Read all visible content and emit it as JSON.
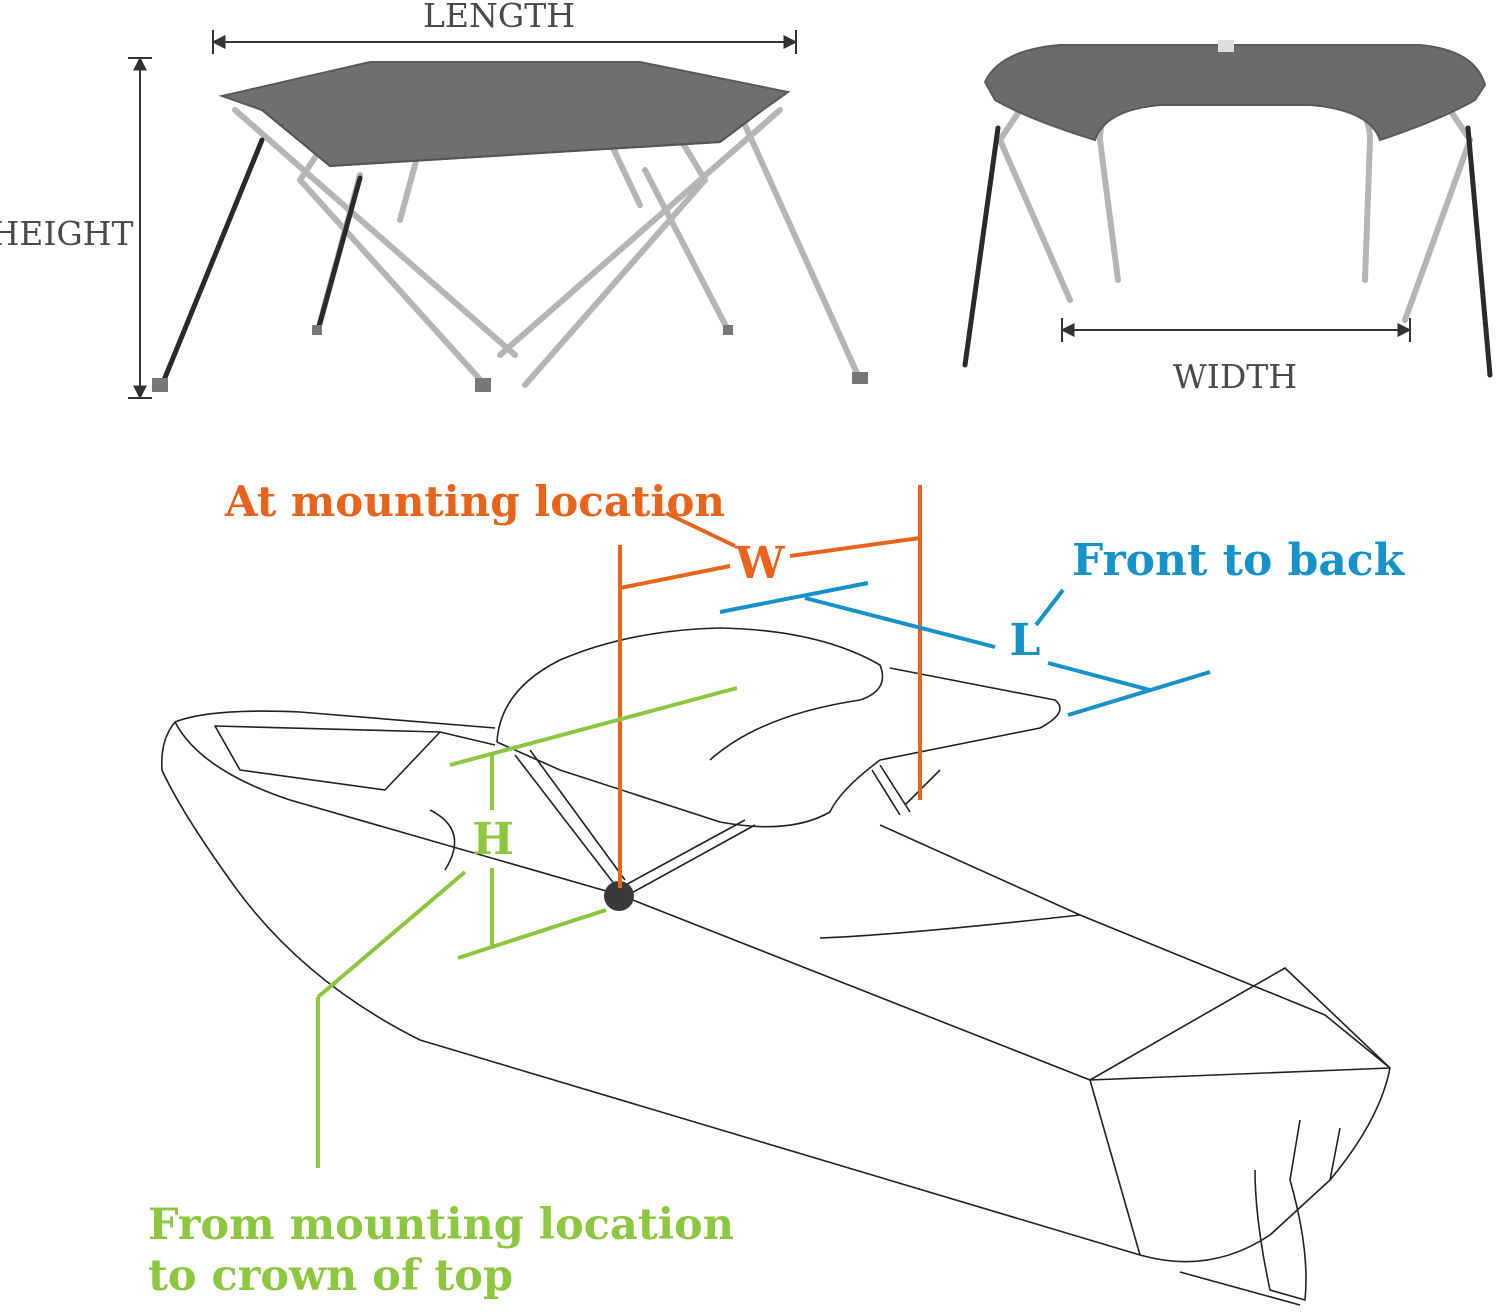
{
  "top_left": {
    "length_label": "LENGTH",
    "height_label": "HEIGHT"
  },
  "top_right": {
    "width_label": "WIDTH"
  },
  "diagram": {
    "mounting_note": "At mounting location",
    "w_label": "W",
    "front_back_note": "Front to back",
    "l_label": "L",
    "h_label": "H",
    "crown_note_line1": "From mounting location",
    "crown_note_line2": "to crown of top"
  },
  "colors": {
    "orange": "#e8641c",
    "blue": "#1592c9",
    "green": "#8dc63f",
    "canvas": "#707070",
    "frame": "#bdbdbd",
    "strap": "#2a2a2a",
    "outline": "#222222"
  }
}
